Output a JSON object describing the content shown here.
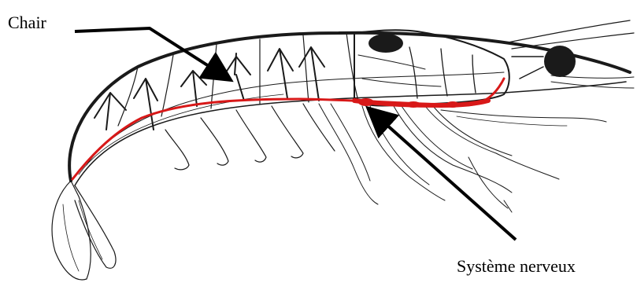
{
  "labels": {
    "flesh": "Chair",
    "nervous_system": "Système nerveux"
  },
  "colors": {
    "outline": "#1a1a1a",
    "nerve": "#d81818",
    "background": "#ffffff"
  },
  "icons": [
    "shrimp-drawing",
    "pointer-arrow-icon"
  ]
}
